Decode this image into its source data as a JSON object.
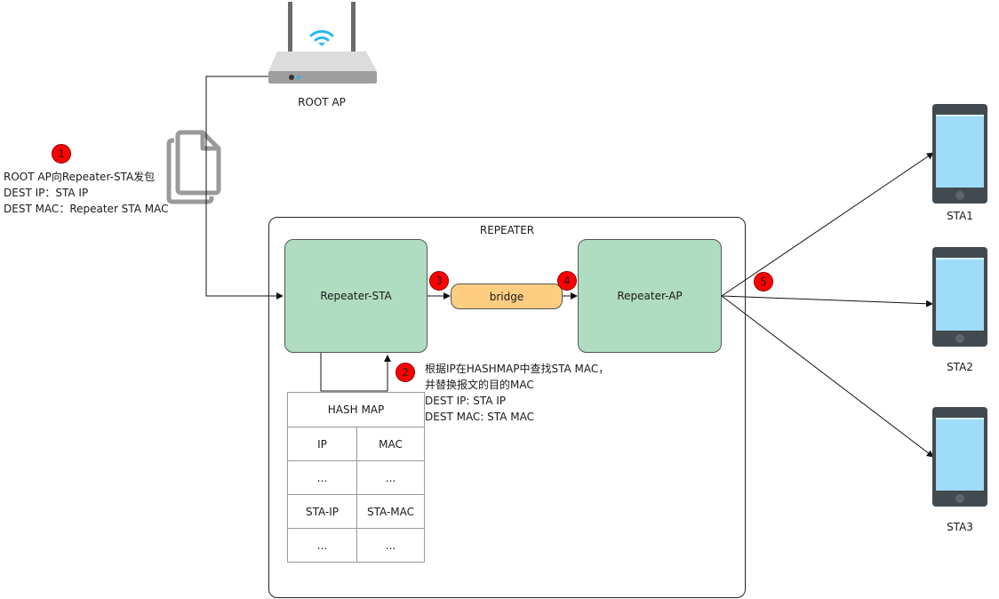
{
  "root_ap": {
    "label": "ROOT AP",
    "icon": "router-icon",
    "wifi_color": "#29b6f6",
    "body_color": "#9e9e9e"
  },
  "step1": {
    "number": "1",
    "lines": [
      "ROOT AP向Repeater-STA发包",
      "DEST IP：STA IP",
      "DEST MAC：Repeater STA MAC"
    ]
  },
  "packet_icon": "documents-icon",
  "repeater": {
    "title": "REPEATER",
    "sta_box": "Repeater-STA",
    "ap_box": "Repeater-AP",
    "bridge": "bridge",
    "box_color": "#b0dcc1",
    "bridge_color": "#fdcd80"
  },
  "step2": {
    "number": "2",
    "lines": [
      "根据IP在HASHMAP中查找STA MAC，",
      "并替换报文的目的MAC",
      "DEST IP: STA IP",
      "DEST MAC: STA MAC"
    ]
  },
  "step3": {
    "number": "3"
  },
  "step4": {
    "number": "4"
  },
  "step5": {
    "number": "5"
  },
  "hash_map": {
    "title": "HASH MAP",
    "headers": [
      "IP",
      "MAC"
    ],
    "rows": [
      [
        "...",
        "..."
      ],
      [
        "STA-IP",
        "STA-MAC"
      ],
      [
        "...",
        "..."
      ]
    ]
  },
  "stations": [
    {
      "label": "STA1",
      "icon": "phone-icon"
    },
    {
      "label": "STA2",
      "icon": "phone-icon"
    },
    {
      "label": "STA3",
      "icon": "phone-icon"
    }
  ],
  "colors": {
    "badge": "#ff0000",
    "phone_body": "#424a50",
    "phone_screen": "#9fdcf9"
  }
}
